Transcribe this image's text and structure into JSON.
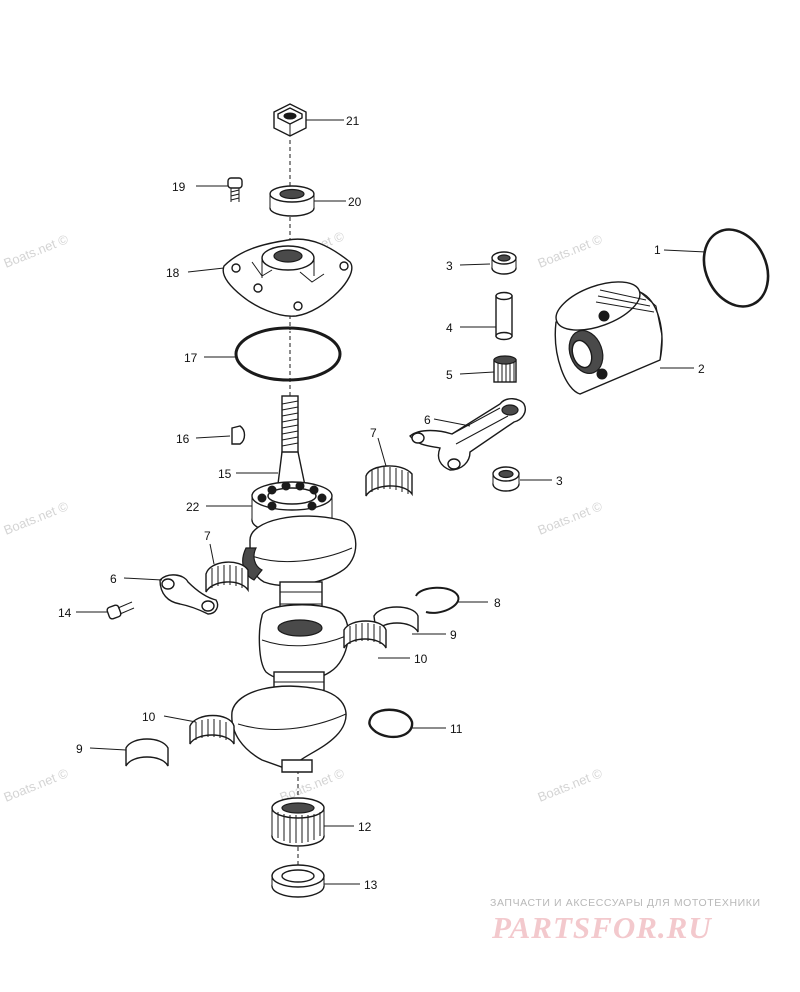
{
  "watermarks": [
    "Boats.net ©"
  ],
  "callouts": {
    "c1": "1",
    "c2": "2",
    "c3a": "3",
    "c3b": "3",
    "c4": "4",
    "c5": "5",
    "c6a": "6",
    "c6b": "6",
    "c7a": "7",
    "c7b": "7",
    "c8": "8",
    "c9a": "9",
    "c9b": "9",
    "c10a": "10",
    "c10b": "10",
    "c11": "11",
    "c12": "12",
    "c13": "13",
    "c14": "14",
    "c15": "15",
    "c16": "16",
    "c17": "17",
    "c18": "18",
    "c19": "19",
    "c20": "20",
    "c21": "21",
    "c22": "22"
  },
  "brand": {
    "tagline": "ЗАПЧАСТИ И АКСЕССУАРЫ ДЛЯ МОТОТЕХНИКИ",
    "name": "PARTSFOR.RU"
  },
  "colors": {
    "ink": "#1a1a1a",
    "watermark": "#d4d4d4",
    "brand": "#f3c9cd"
  }
}
